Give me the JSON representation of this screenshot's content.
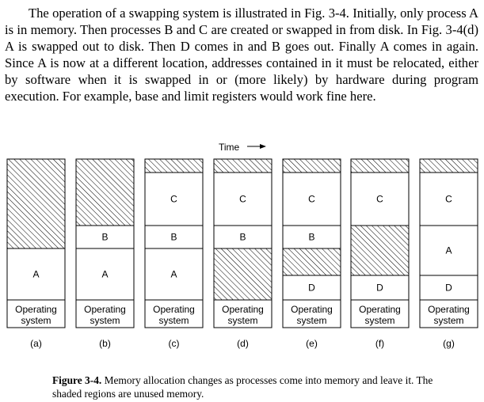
{
  "paragraph": "The operation of a swapping system is illustrated in Fig. 3-4. Initially, only process A is in memory. Then processes B and C are created or swapped in from disk. In Fig. 3-4(d) A is swapped out to disk. Then D comes in and B goes out. Finally A comes in again. Since A is now at a different location, addresses contained in it must be relocated, either by software when it is swapped in or (more likely) by hardware during program execution. For example, base and limit registers would work fine here.",
  "diagram": {
    "time_label": "Time",
    "os_label_line1": "Operating",
    "os_label_line2": "system",
    "columns": [
      {
        "label": "(a)",
        "segments": [
          {
            "label": "",
            "shaded": true,
            "from": 0,
            "to": 113
          },
          {
            "label": "A",
            "shaded": false,
            "from": 113,
            "to": 178
          }
        ]
      },
      {
        "label": "(b)",
        "segments": [
          {
            "label": "",
            "shaded": true,
            "from": 0,
            "to": 84
          },
          {
            "label": "B",
            "shaded": false,
            "from": 84,
            "to": 113
          },
          {
            "label": "A",
            "shaded": false,
            "from": 113,
            "to": 178
          }
        ]
      },
      {
        "label": "(c)",
        "segments": [
          {
            "label": "",
            "shaded": true,
            "from": 0,
            "to": 17
          },
          {
            "label": "C",
            "shaded": false,
            "from": 17,
            "to": 84
          },
          {
            "label": "B",
            "shaded": false,
            "from": 84,
            "to": 113
          },
          {
            "label": "A",
            "shaded": false,
            "from": 113,
            "to": 178
          }
        ]
      },
      {
        "label": "(d)",
        "segments": [
          {
            "label": "",
            "shaded": true,
            "from": 0,
            "to": 17
          },
          {
            "label": "C",
            "shaded": false,
            "from": 17,
            "to": 84
          },
          {
            "label": "B",
            "shaded": false,
            "from": 84,
            "to": 113
          },
          {
            "label": "",
            "shaded": true,
            "from": 113,
            "to": 178
          }
        ]
      },
      {
        "label": "(e)",
        "segments": [
          {
            "label": "",
            "shaded": true,
            "from": 0,
            "to": 17
          },
          {
            "label": "C",
            "shaded": false,
            "from": 17,
            "to": 84
          },
          {
            "label": "B",
            "shaded": false,
            "from": 84,
            "to": 113
          },
          {
            "label": "",
            "shaded": true,
            "from": 113,
            "to": 147
          },
          {
            "label": "D",
            "shaded": false,
            "from": 147,
            "to": 178
          }
        ]
      },
      {
        "label": "(f)",
        "segments": [
          {
            "label": "",
            "shaded": true,
            "from": 0,
            "to": 17
          },
          {
            "label": "C",
            "shaded": false,
            "from": 17,
            "to": 84
          },
          {
            "label": "",
            "shaded": true,
            "from": 84,
            "to": 147
          },
          {
            "label": "D",
            "shaded": false,
            "from": 147,
            "to": 178
          }
        ]
      },
      {
        "label": "(g)",
        "segments": [
          {
            "label": "",
            "shaded": true,
            "from": 0,
            "to": 17
          },
          {
            "label": "C",
            "shaded": false,
            "from": 17,
            "to": 84
          },
          {
            "label": "A",
            "shaded": false,
            "from": 84,
            "to": 147
          },
          {
            "label": "D",
            "shaded": false,
            "from": 147,
            "to": 178
          }
        ]
      }
    ]
  },
  "caption": {
    "label": "Figure 3-4.",
    "text": " Memory allocation changes as processes come into memory and leave it. The shaded regions are unused memory."
  }
}
